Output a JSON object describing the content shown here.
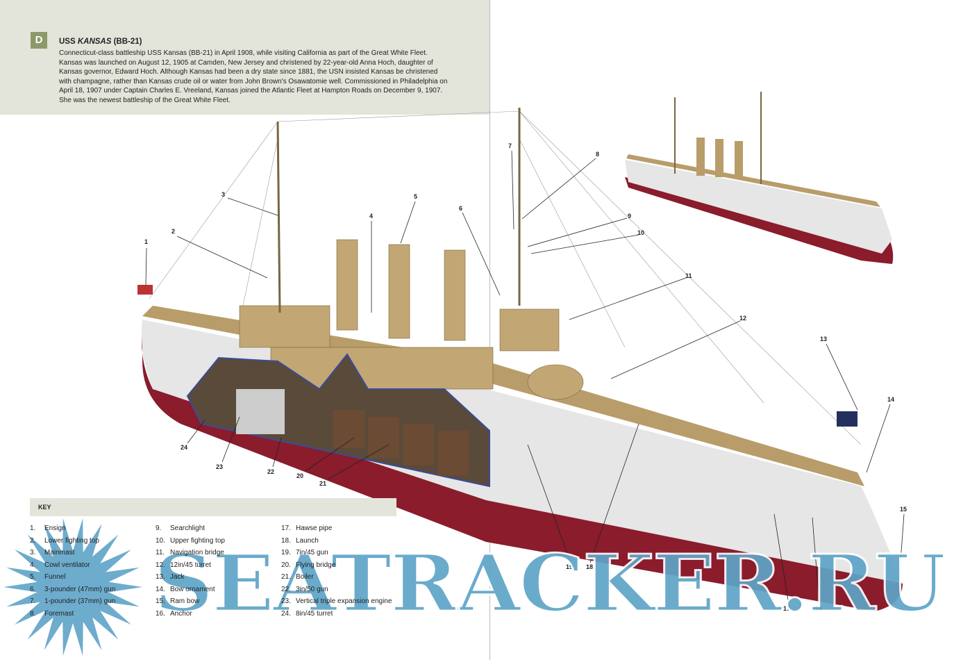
{
  "header": {
    "badge": "D",
    "title_prefix": "USS ",
    "title_ship": "KANSAS",
    "title_suffix": " (BB-21)",
    "description": "Connecticut-class battleship USS Kansas (BB-21) in April 1908, while visiting California as part of the Great White Fleet. Kansas was launched on August 12, 1905 at Camden, New Jersey and christened by 22-year-old Anna Hoch, daughter of Kansas governor, Edward Hoch. Although Kansas had been a dry state since 1881, the USN insisted Kansas be christened with champagne, rather than Kansas crude oil or water from John Brown's Osawatomie well. Commissioned in Philadelphia on April 18, 1907 under Captain Charles E. Vreeland, Kansas joined the Atlantic Fleet at Hampton Roads on December 9, 1907. She was the newest battleship of the Great White Fleet."
  },
  "callouts": [
    "1",
    "2",
    "3",
    "4",
    "5",
    "6",
    "7",
    "8",
    "9",
    "10",
    "11",
    "12",
    "13",
    "14",
    "15",
    "16",
    "17",
    "18",
    "19",
    "20",
    "21",
    "22",
    "23",
    "24"
  ],
  "key": {
    "title": "KEY",
    "items": [
      {
        "n": "1.",
        "label": "Ensign"
      },
      {
        "n": "2.",
        "label": "Lower fighting top"
      },
      {
        "n": "3.",
        "label": "Mainmast"
      },
      {
        "n": "4.",
        "label": "Cowl ventilator"
      },
      {
        "n": "5.",
        "label": "Funnel"
      },
      {
        "n": "6.",
        "label": "3-pounder (47mm) gun"
      },
      {
        "n": "7.",
        "label": "1-pounder (37mm) gun"
      },
      {
        "n": "8.",
        "label": "Foremast"
      },
      {
        "n": "9.",
        "label": "Searchlight"
      },
      {
        "n": "10.",
        "label": "Upper fighting top"
      },
      {
        "n": "11.",
        "label": "Navigation bridge"
      },
      {
        "n": "12.",
        "label": "12in/45 turret"
      },
      {
        "n": "13.",
        "label": "Jack"
      },
      {
        "n": "14.",
        "label": "Bow ornament"
      },
      {
        "n": "15.",
        "label": "Ram bow"
      },
      {
        "n": "16.",
        "label": "Anchor"
      },
      {
        "n": "17.",
        "label": "Hawse pipe"
      },
      {
        "n": "18.",
        "label": "Launch"
      },
      {
        "n": "19.",
        "label": "7in/45 gun"
      },
      {
        "n": "20.",
        "label": "Flying bridge"
      },
      {
        "n": "21.",
        "label": "Boiler"
      },
      {
        "n": "22.",
        "label": "3in/50 gun"
      },
      {
        "n": "23.",
        "label": "Vertical triple expansion engine"
      },
      {
        "n": "24.",
        "label": "8in/45 turret"
      }
    ]
  },
  "watermark": "SEATRACKER.RU",
  "colors": {
    "panel": "#e3e4da",
    "badge": "#8c9a6a",
    "hull_red": "#8a1c2c",
    "hull_white": "#e6e6e6",
    "deck": "#b89d6a",
    "watermark": "#5ea4c8"
  }
}
